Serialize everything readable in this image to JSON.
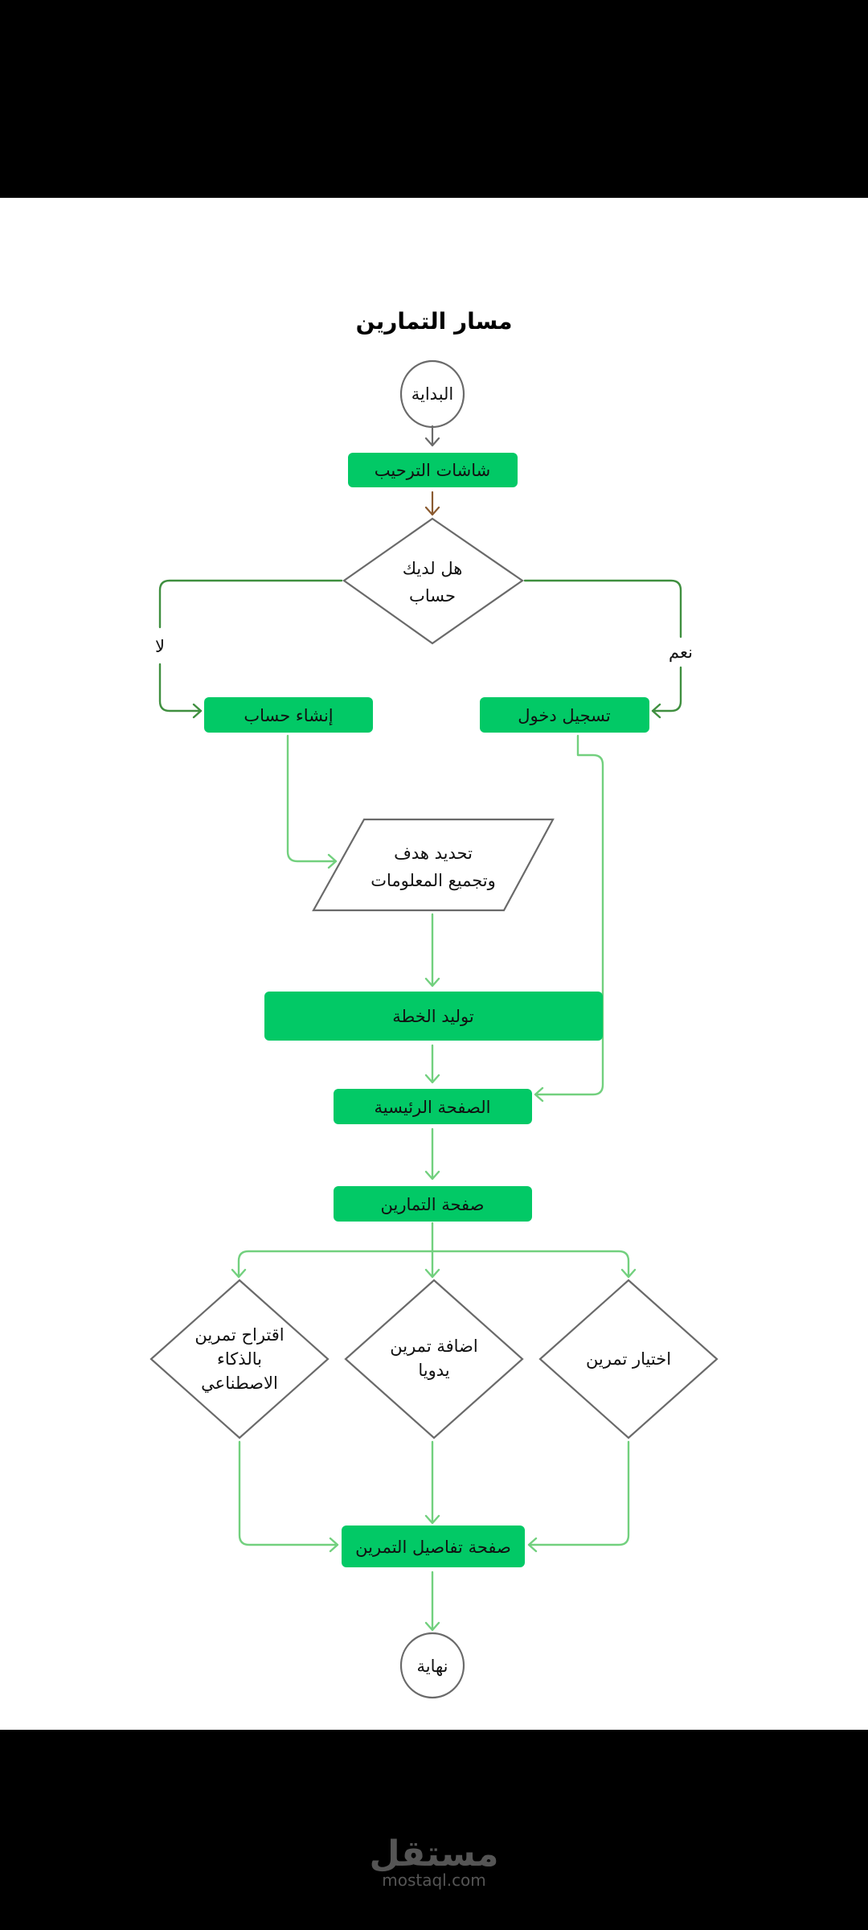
{
  "title": "مسار التمارين",
  "colors": {
    "process_box": "#02c966",
    "primary_branch_line": "#3f8f3f",
    "flow_line": "#72d07e",
    "outline": "#6a6a6a",
    "background": "#ffffff",
    "frame": "#000000"
  },
  "nodes": {
    "start": "البداية",
    "welcome": "شاشات الترحيب",
    "decision_line1": "هل لديك",
    "decision_line2": "حساب",
    "no_label": "لا",
    "yes_label": "نعم",
    "create_account": "إنشاء حساب",
    "login": "تسجيل دخول",
    "goal_line1": "تحديد هدف",
    "goal_line2": "وتجميع المعلومات",
    "generate_plan": "توليد الخطة",
    "home": "الصفحة الرئيسية",
    "exercises": "صفحة التمارين",
    "ai_line1": "اقتراح تمرين",
    "ai_line2": "بالذكاء",
    "ai_line3": "الاصطناعي",
    "manual_line1": "اضافة تمرين",
    "manual_line2": "يدويا",
    "choose": "اختيار تمرين",
    "details": "صفحة تفاصيل التمرين",
    "end": "نهاية"
  },
  "watermark": {
    "logo_text": "مستقل",
    "site": "mostaql.com"
  }
}
